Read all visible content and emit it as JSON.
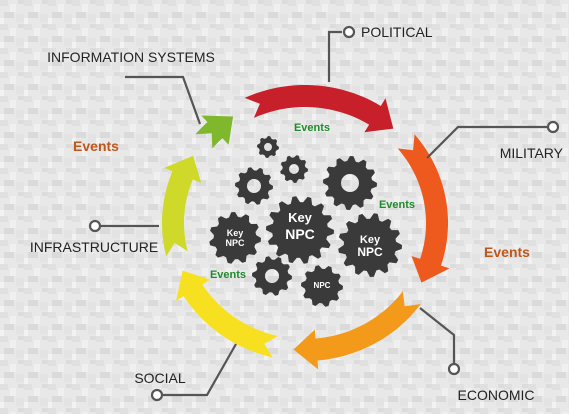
{
  "labels": {
    "political": "POLITICAL",
    "military": "MILITARY",
    "economic": "ECONOMIC",
    "social": "SOCIAL",
    "infrastructure": "INFRASTRUCTURE",
    "information_systems": "INFORMATION SYSTEMS"
  },
  "events": {
    "inner_top": "Events",
    "inner_right": "Events",
    "inner_left": "Events",
    "outer_left": "Events",
    "outer_right": "Events"
  },
  "gears": {
    "center_line1": "Key",
    "center_line2": "NPC",
    "right_line1": "Key",
    "right_line2": "NPC",
    "left_line1": "Key",
    "left_line2": "NPC",
    "small": "NPC"
  },
  "colors": {
    "gear": "#3a3a3a",
    "text": "#222222",
    "events_green": "#1f8a2c",
    "events_orange": "#c0571a",
    "leader": "#555555",
    "arrow_red": "#c8202a",
    "arrow_orange": "#ee5a1e",
    "arrow_amber": "#f39a1a",
    "arrow_yellow": "#f7e01f",
    "arrow_lime": "#cfd92a",
    "arrow_green": "#7fb82c"
  }
}
